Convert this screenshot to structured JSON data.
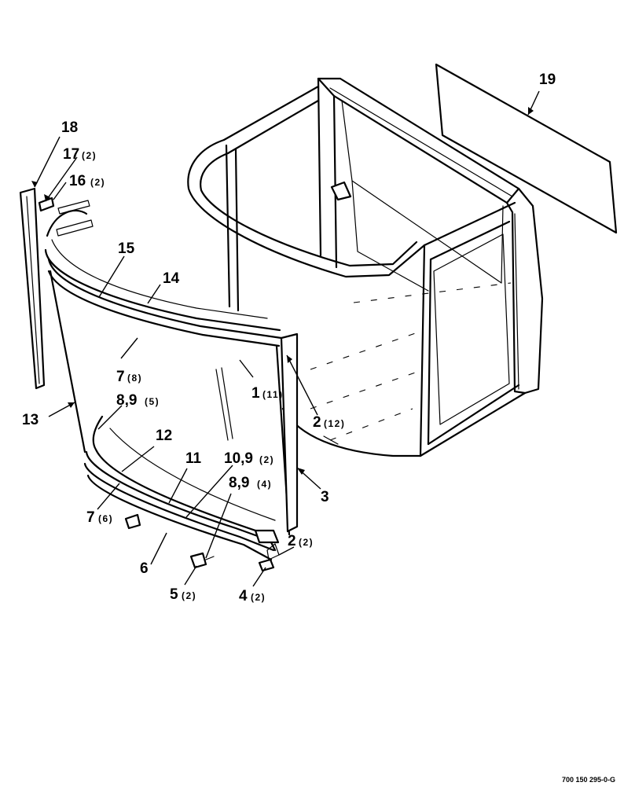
{
  "callouts": [
    {
      "id": "c18",
      "num": "18",
      "qty": ""
    },
    {
      "id": "c17",
      "num": "17",
      "qty": "(2)"
    },
    {
      "id": "c16",
      "num": "16",
      "qty": "(2)"
    },
    {
      "id": "c15",
      "num": "15",
      "qty": ""
    },
    {
      "id": "c14",
      "num": "14",
      "qty": ""
    },
    {
      "id": "c19",
      "num": "19",
      "qty": ""
    },
    {
      "id": "c7a",
      "num": "7",
      "qty": "(8)"
    },
    {
      "id": "c1",
      "num": "1",
      "qty": "(11)"
    },
    {
      "id": "c2a",
      "num": "2",
      "qty": "(12)"
    },
    {
      "id": "c13",
      "num": "13",
      "qty": ""
    },
    {
      "id": "c89a",
      "num": "8,9",
      "qty": "(5)"
    },
    {
      "id": "c12",
      "num": "12",
      "qty": ""
    },
    {
      "id": "c11",
      "num": "11",
      "qty": ""
    },
    {
      "id": "c109",
      "num": "10,9",
      "qty": "(2)"
    },
    {
      "id": "c89b",
      "num": "8,9",
      "qty": "(4)"
    },
    {
      "id": "c3",
      "num": "3",
      "qty": ""
    },
    {
      "id": "c7b",
      "num": "7",
      "qty": "(6)"
    },
    {
      "id": "c6",
      "num": "6",
      "qty": ""
    },
    {
      "id": "c2b",
      "num": "2",
      "qty": "(2)"
    },
    {
      "id": "c5",
      "num": "5",
      "qty": "(2)"
    },
    {
      "id": "c4",
      "num": "4",
      "qty": "(2)"
    }
  ],
  "reference_code": "700 150 295-0-G"
}
